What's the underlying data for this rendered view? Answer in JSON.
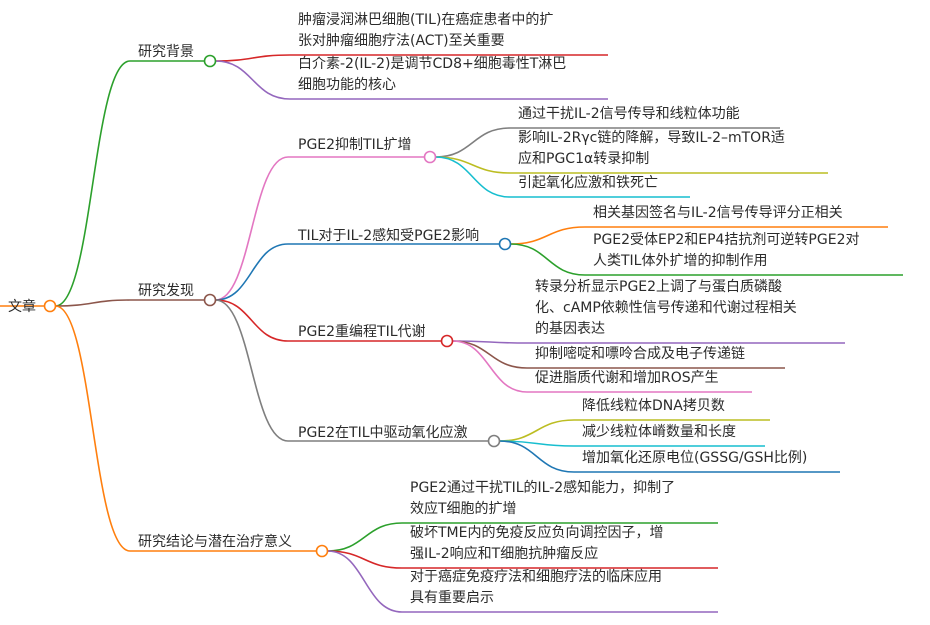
{
  "root": {
    "label": "文章"
  },
  "branches": [
    {
      "label": "研究背景",
      "color": "#2ca02c",
      "items": [
        {
          "lines": [
            "肿瘤浸润淋巴细胞(TIL)在癌症患者中的扩",
            "张对肿瘤细胞疗法(ACT)至关重要"
          ],
          "color": "#d62728"
        },
        {
          "lines": [
            "白介素-2(IL-2)是调节CD8+细胞毒性T淋巴",
            "细胞功能的核心"
          ],
          "color": "#9467bd"
        }
      ]
    },
    {
      "label": "研究发现",
      "color": "#8c564b",
      "subs": [
        {
          "label": "PGE2抑制TIL扩增",
          "color": "#e377c2",
          "items": [
            {
              "lines": [
                "通过干扰IL-2信号传导和线粒体功能"
              ],
              "color": "#7f7f7f"
            },
            {
              "lines": [
                "影响IL-2Rγc链的降解，导致IL-2–mTOR适",
                "应和PGC1α转录抑制"
              ],
              "color": "#bcbd22"
            },
            {
              "lines": [
                "引起氧化应激和铁死亡"
              ],
              "color": "#17becf"
            }
          ]
        },
        {
          "label": "TIL对于IL-2感知受PGE2影响",
          "color": "#1f77b4",
          "items": [
            {
              "lines": [
                "相关基因签名与IL-2信号传导评分正相关"
              ],
              "color": "#ff7f0e"
            },
            {
              "lines": [
                "PGE2受体EP2和EP4拮抗剂可逆转PGE2对",
                "人类TIL体外扩增的抑制作用"
              ],
              "color": "#2ca02c"
            }
          ]
        },
        {
          "label": "PGE2重编程TIL代谢",
          "color": "#d62728",
          "items": [
            {
              "lines": [
                "转录分析显示PGE2上调了与蛋白质磷酸",
                "化、cAMP依赖性信号传递和代谢过程相关",
                "的基因表达"
              ],
              "color": "#9467bd"
            },
            {
              "lines": [
                "抑制嘧啶和嘌呤合成及电子传递链"
              ],
              "color": "#8c564b"
            },
            {
              "lines": [
                "促进脂质代谢和增加ROS产生"
              ],
              "color": "#e377c2"
            }
          ]
        },
        {
          "label": "PGE2在TIL中驱动氧化应激",
          "color": "#7f7f7f",
          "items": [
            {
              "lines": [
                "降低线粒体DNA拷贝数"
              ],
              "color": "#bcbd22"
            },
            {
              "lines": [
                "减少线粒体嵴数量和长度"
              ],
              "color": "#17becf"
            },
            {
              "lines": [
                "增加氧化还原电位(GSSG/GSH比例)"
              ],
              "color": "#1f77b4"
            }
          ]
        }
      ]
    },
    {
      "label": "研究结论与潜在治疗意义",
      "color": "#ff7f0e",
      "items": [
        {
          "lines": [
            "PGE2通过干扰TIL的IL-2感知能力，抑制了",
            "效应T细胞的扩增"
          ],
          "color": "#2ca02c"
        },
        {
          "lines": [
            "破坏TME内的免疫反应负向调控因子，增",
            "强IL-2响应和T细胞抗肿瘤反应"
          ],
          "color": "#d62728"
        },
        {
          "lines": [
            "对于癌症免疫疗法和细胞疗法的临床应用",
            "具有重要启示"
          ],
          "color": "#9467bd"
        }
      ]
    }
  ]
}
